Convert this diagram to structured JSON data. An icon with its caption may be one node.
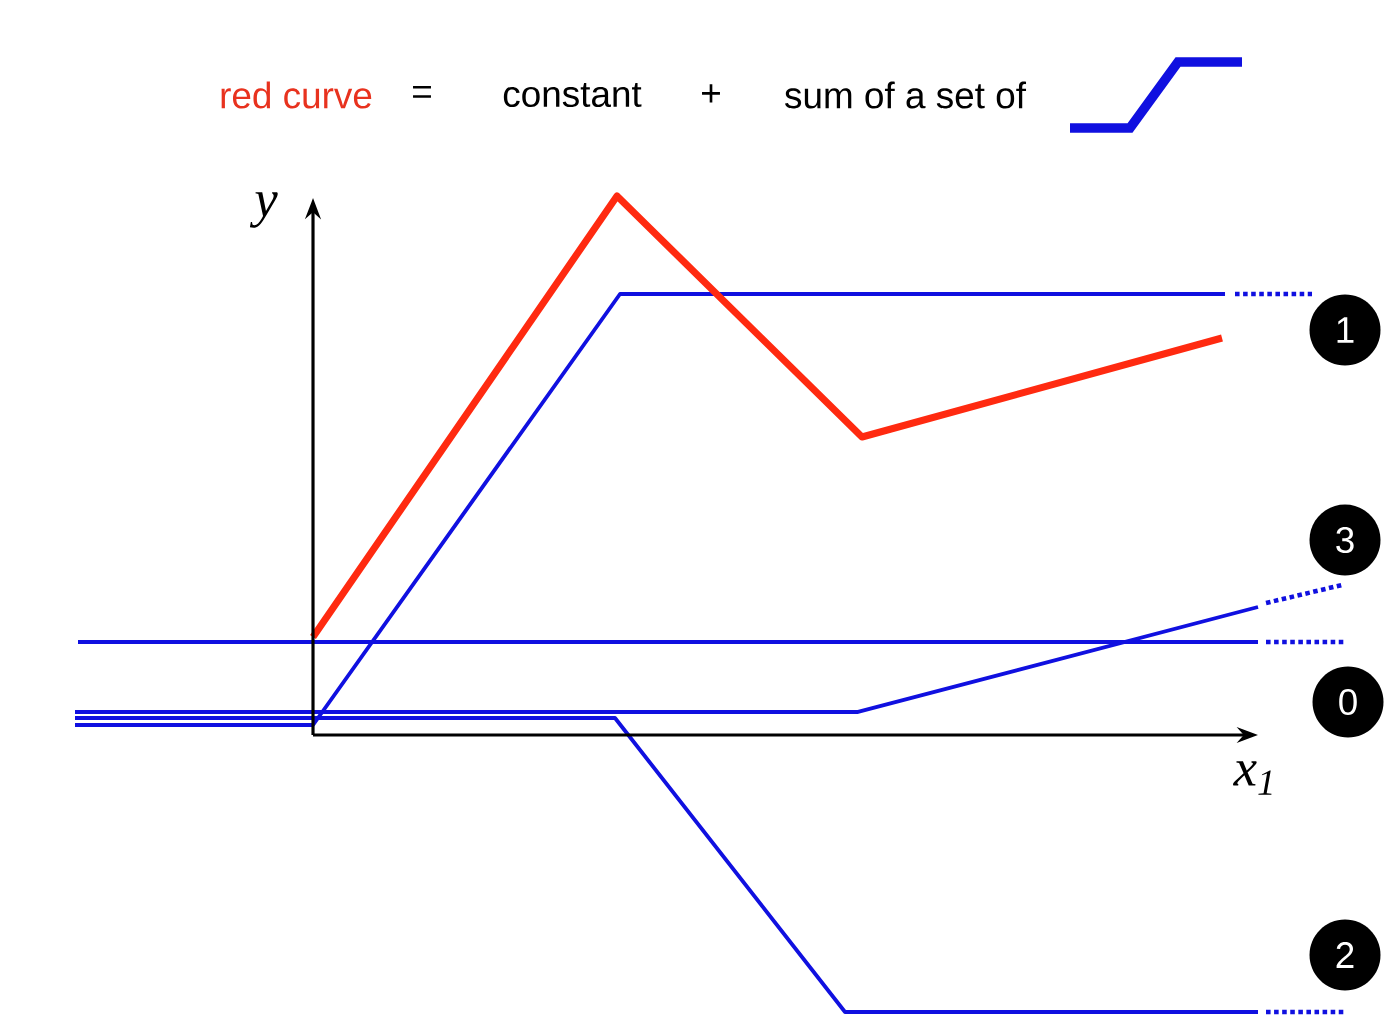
{
  "diagram": {
    "nodes": [
      {
        "text": [
          "1"
        ]
      },
      {
        "text": [
          "3"
        ]
      },
      {
        "text": [
          "0"
        ]
      },
      {
        "text": [
          "2"
        ]
      }
    ],
    "labels": [
      "red curve",
      "=",
      "constant",
      "+",
      "sum of a set of",
      "y",
      "x$_{1}$"
    ]
  }
}
